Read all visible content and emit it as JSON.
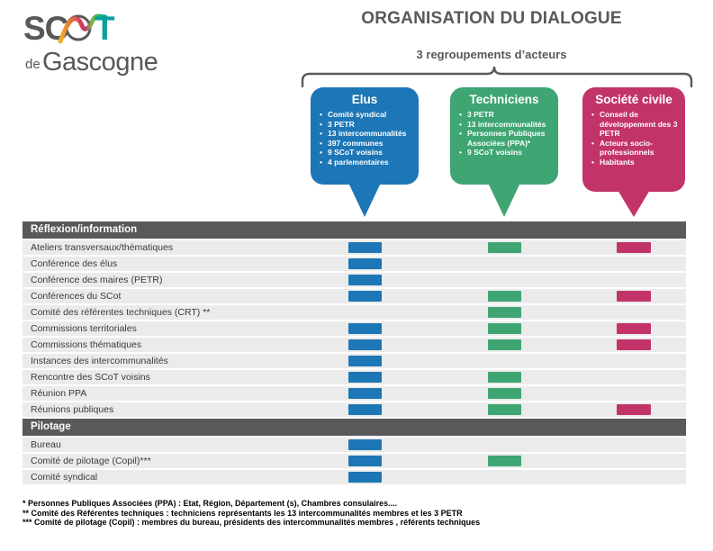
{
  "logo": {
    "sc": "SC",
    "t": "T",
    "de": "de",
    "gascogne": "Gascogne"
  },
  "header": {
    "title": "ORGANISATION DU DIALOGUE",
    "subtitle": "3 regroupements d’acteurs"
  },
  "colors": {
    "elus": "#1d76b5",
    "techniciens": "#3ea573",
    "societe_civile": "#c23469",
    "header_bar": "#59595b",
    "row_background": "#ebebeb",
    "text_gray": "#57585a"
  },
  "groups": [
    {
      "title": "Elus",
      "color": "#1d76b5",
      "items": [
        "Comité syndical",
        "3 PETR",
        "13 intercommunalités",
        "397 communes",
        "9 SCoT voisins",
        "4 parlementaires"
      ]
    },
    {
      "title": "Techniciens",
      "color": "#3ea573",
      "items": [
        "3 PETR",
        "13 intercommunalités",
        "Personnes Publiques Associées (PPA)*",
        "9 SCoT voisins"
      ]
    },
    {
      "title": "Société civile",
      "color": "#c23469",
      "items": [
        "Conseil de développement des 3 PETR",
        "Acteurs socio-professionnels",
        "Habitants"
      ]
    }
  ],
  "table": {
    "sections": [
      {
        "header": "Réflexion/information",
        "rows": [
          {
            "label": "Ateliers transversaux/thématiques",
            "marks": [
              "elus",
              "techniciens",
              "societe_civile"
            ]
          },
          {
            "label": "Conférence des élus",
            "marks": [
              "elus"
            ]
          },
          {
            "label": "Conférence des maires (PETR)",
            "marks": [
              "elus"
            ]
          },
          {
            "label": "Conférences du SCot",
            "marks": [
              "elus",
              "techniciens",
              "societe_civile"
            ]
          },
          {
            "label": "Comité des référentes techniques (CRT) **",
            "marks": [
              "techniciens"
            ]
          },
          {
            "label": "Commissions territoriales",
            "marks": [
              "elus",
              "techniciens",
              "societe_civile"
            ]
          },
          {
            "label": "Commissions thématiques",
            "marks": [
              "elus",
              "techniciens",
              "societe_civile"
            ]
          },
          {
            "label": "Instances des intercommunalités",
            "marks": [
              "elus"
            ]
          },
          {
            "label": "Rencontre des SCoT voisins",
            "marks": [
              "elus",
              "techniciens"
            ]
          },
          {
            "label": "Réunion PPA",
            "marks": [
              "elus",
              "techniciens"
            ]
          },
          {
            "label": "Réunions publiques",
            "marks": [
              "elus",
              "techniciens",
              "societe_civile"
            ]
          }
        ]
      },
      {
        "header": "Pilotage",
        "rows": [
          {
            "label": "Bureau",
            "marks": [
              "elus"
            ]
          },
          {
            "label": "Comité de pilotage (Copil)***",
            "marks": [
              "elus",
              "techniciens"
            ]
          },
          {
            "label": "Comité syndical",
            "marks": [
              "elus"
            ]
          }
        ]
      }
    ]
  },
  "footnotes": [
    "* Personnes Publiques Associées (PPA) : Etat, Région, Département (s), Chambres consulaires....",
    "** Comité des Référentes techniques : techniciens représentants les 13 intercommunalités membres et les 3 PETR",
    "*** Comité de pilotage (Copil) : membres du bureau, présidents des intercommunalités membres , référents techniques"
  ]
}
